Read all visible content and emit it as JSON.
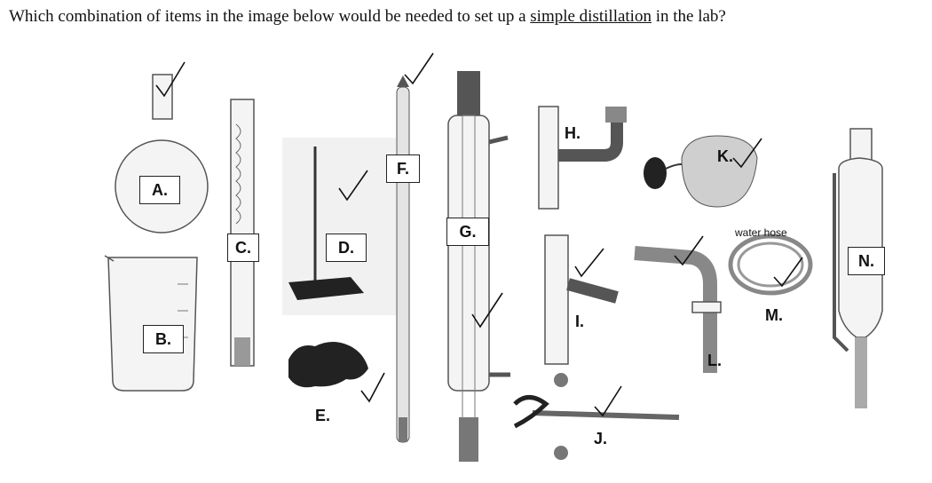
{
  "question": {
    "text_before": "Which combination of items in the image below would be needed to set up a",
    "underlined": "simple distillation",
    "text_after": "in the lab?"
  },
  "labels": {
    "A": "A.",
    "B": "B.",
    "C": "C.",
    "D": "D.",
    "E": "E.",
    "F": "F.",
    "G": "G.",
    "H": "H.",
    "I": "I.",
    "J": "J.",
    "K": "K.",
    "L": "L.",
    "M": "M.",
    "N": "N."
  },
  "hose_caption": "water hose"
}
